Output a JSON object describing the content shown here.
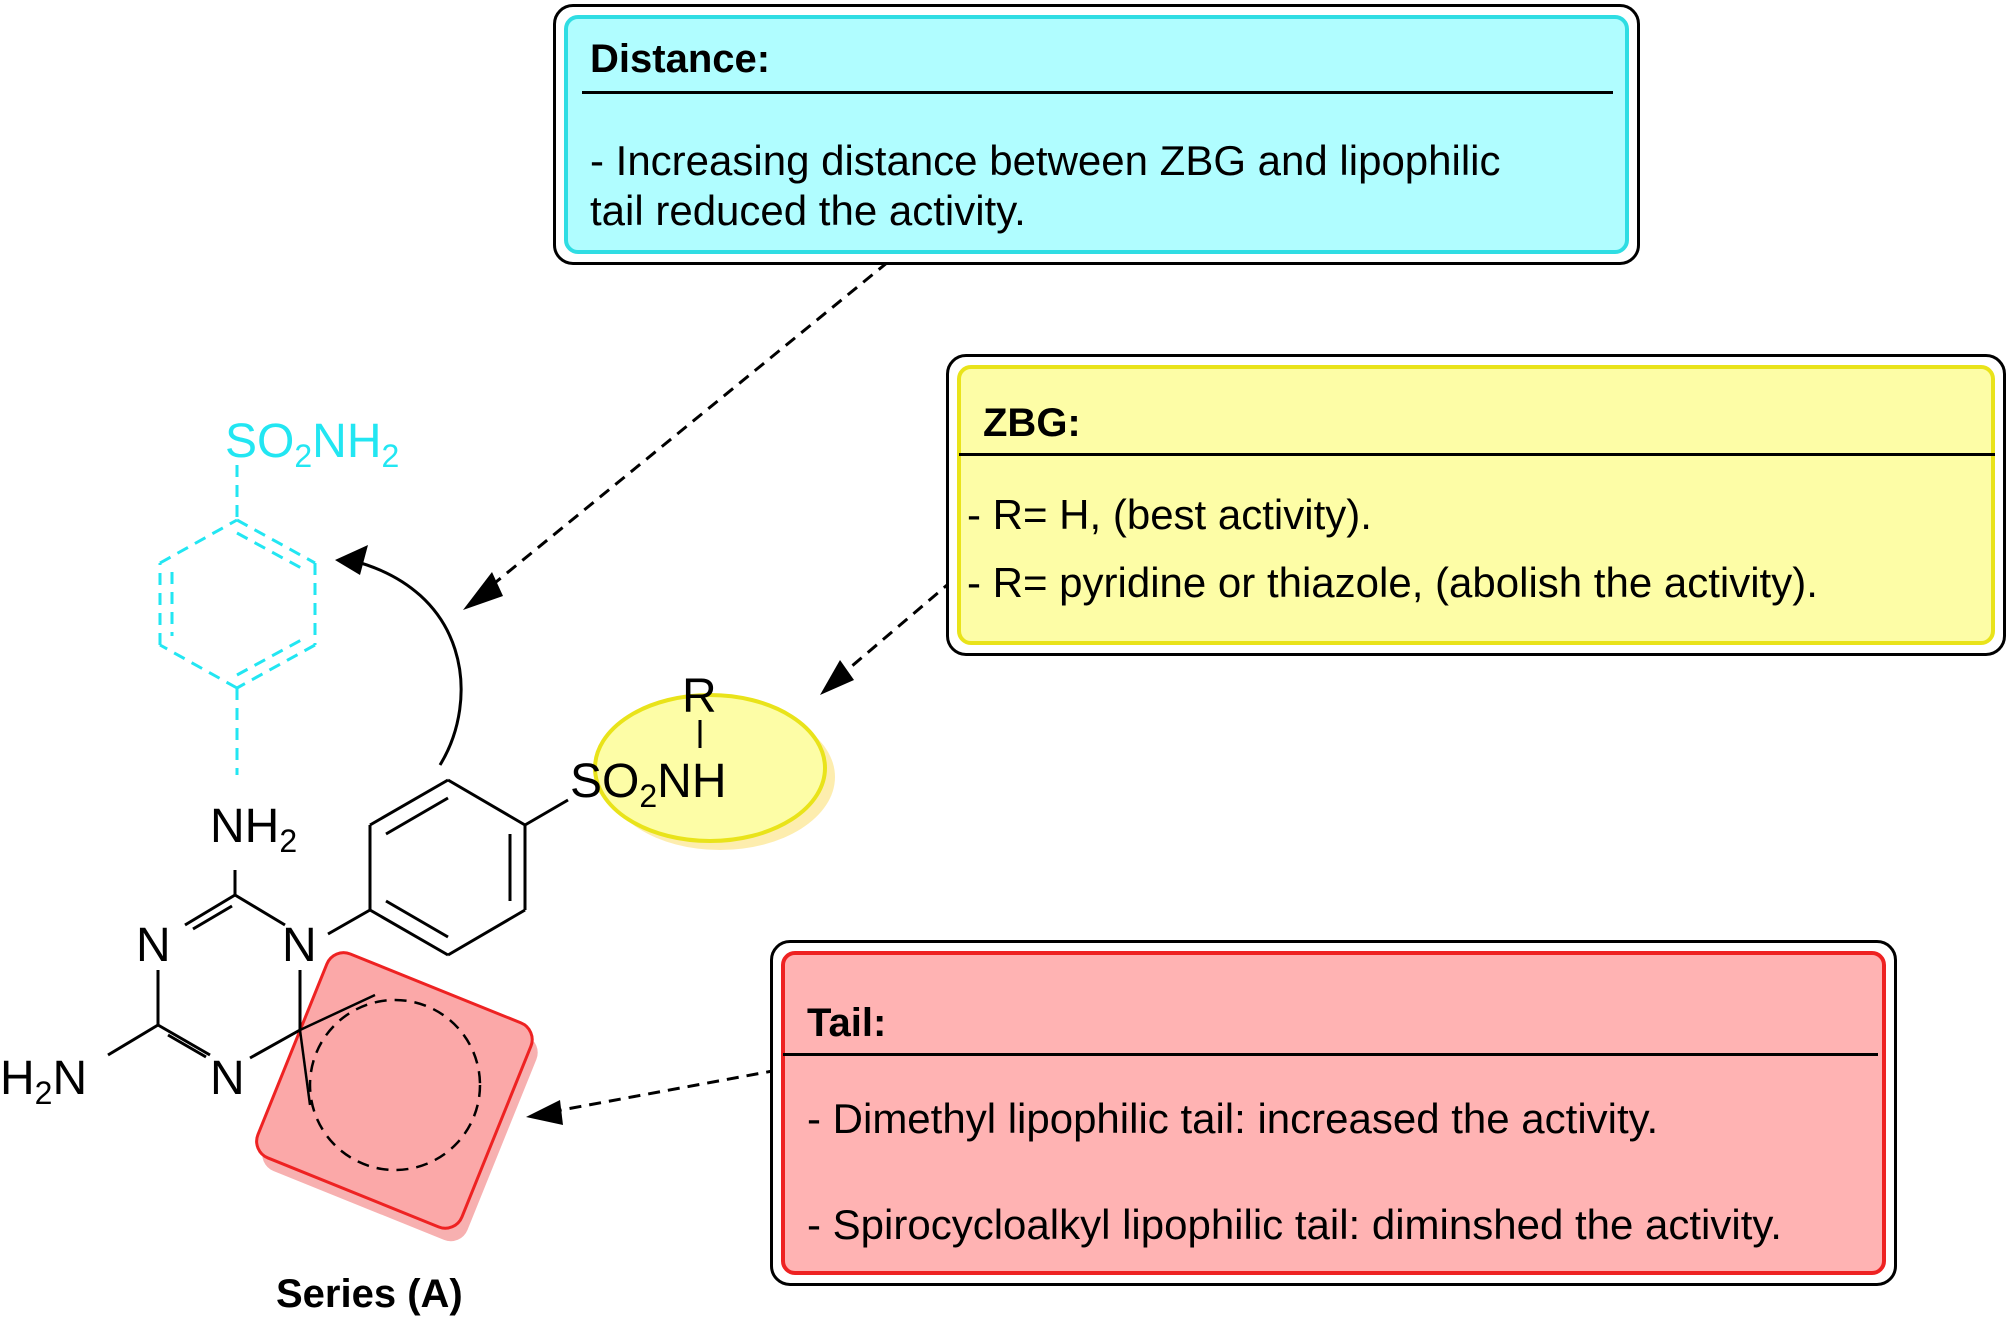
{
  "distance_box": {
    "title": "Distance:",
    "lines": [
      "- Increasing distance between ZBG and lipophilic",
      "tail reduced the activity."
    ]
  },
  "zbg_box": {
    "title": "ZBG:",
    "lines": [
      "- R= H, (best activity).",
      "- R= pyridine or thiazole, (abolish the activity)."
    ]
  },
  "tail_box": {
    "title": "Tail:",
    "lines": [
      "- Dimethyl lipophilic tail: increased the activity.",
      "- Spirocycloalkyl lipophilic tail: diminshed the activity."
    ]
  },
  "molecule": {
    "cyan_group": {
      "base": "SO",
      "sub1": "2",
      "mid": "NH",
      "sub2": "2"
    },
    "zbg_group": {
      "r": "R",
      "base": "SO",
      "sub1": "2",
      "mid": "NH"
    },
    "amine_top": {
      "base": "NH",
      "sub": "2"
    },
    "amine_left": {
      "base": "H",
      "sub": "2",
      "tail": "N"
    },
    "ring_n": [
      "N",
      "N",
      "N"
    ]
  },
  "series_label": "Series (A)",
  "colors": {
    "distance_fill": "#b0fdff",
    "distance_border": "#2fdde3",
    "zbg_fill": "#fdfda6",
    "zbg_border": "#e9e31a",
    "tail_fill": "#ffb3b3",
    "tail_border": "#ee2222",
    "cyan_structure": "#22e6f2"
  }
}
